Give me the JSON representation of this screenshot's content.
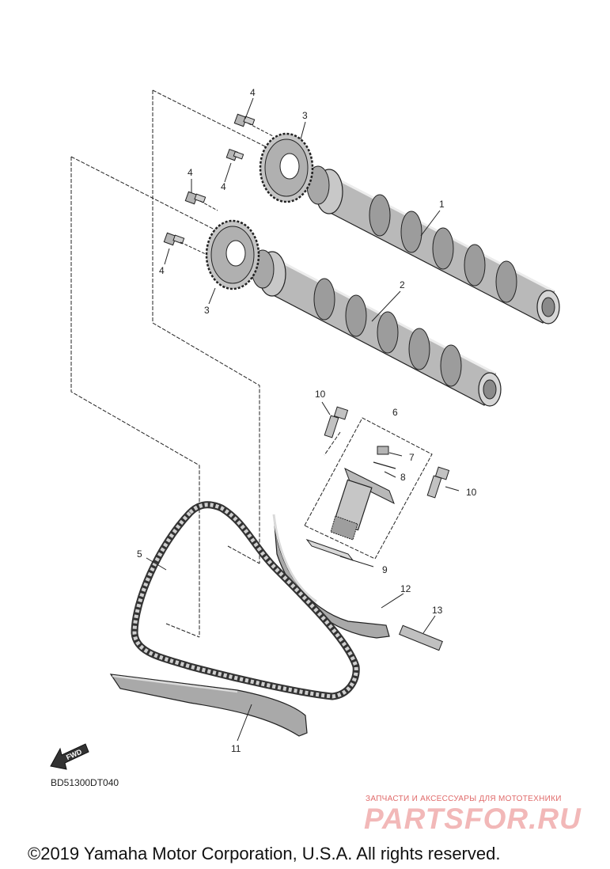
{
  "diagram": {
    "callouts": {
      "c1": "1",
      "c2": "2",
      "c3a": "3",
      "c3b": "3",
      "c4a": "4",
      "c4b": "4",
      "c4c": "4",
      "c4d": "4",
      "c5": "5",
      "c6": "6",
      "c7": "7",
      "c8": "8",
      "c9": "9",
      "c10a": "10",
      "c10b": "10",
      "c11": "11",
      "c12": "12",
      "c13": "13"
    },
    "fwd_label": "FWD",
    "drawing_code": "BD51300DT040"
  },
  "watermark": {
    "tagline": "ЗАПЧАСТИ И АКСЕССУАРЫ ДЛЯ МОТОТЕХНИКИ",
    "brand": "PARTSFOR.RU"
  },
  "footer": {
    "copyright": "©2019 Yamaha Motor Corporation, U.S.A. All rights reserved."
  }
}
